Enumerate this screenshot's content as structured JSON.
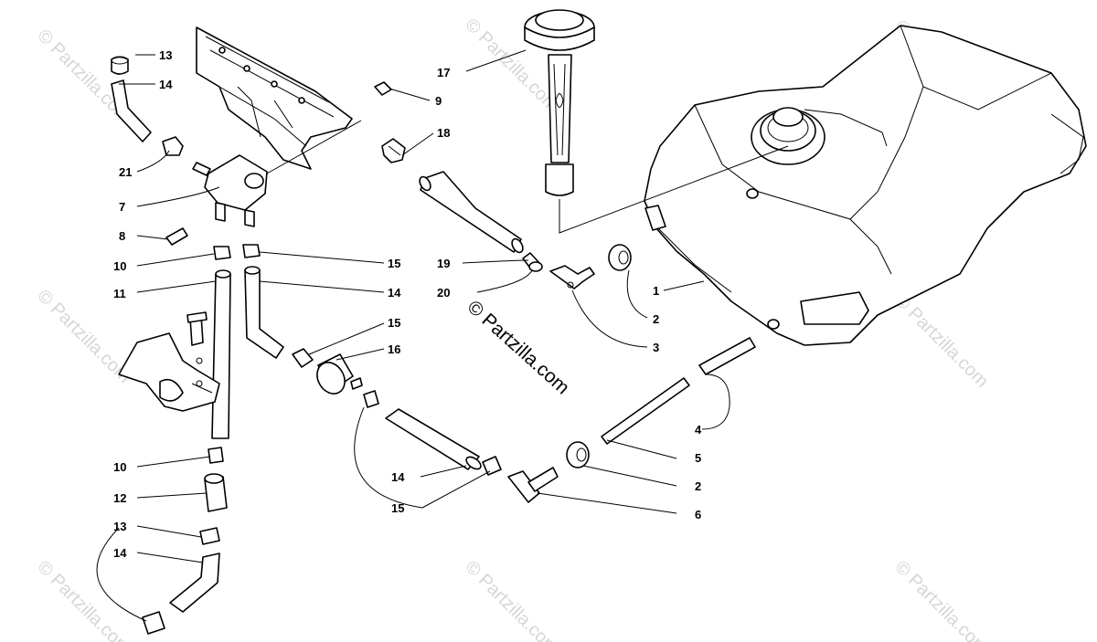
{
  "watermark": {
    "text": "© Partzilla.com",
    "center_text": "© Partzilla.com",
    "color": "#d6d6d6"
  },
  "callouts": {
    "c13a": "13",
    "c14a": "14",
    "c21": "21",
    "c7": "7",
    "c8": "8",
    "c9": "9",
    "c18": "18",
    "c17": "17",
    "c19": "19",
    "c20": "20",
    "c1": "1",
    "c2a": "2",
    "c3": "3",
    "c10a": "10",
    "c11": "11",
    "c15a": "15",
    "c14b": "14",
    "c15b": "15",
    "c16": "16",
    "c10b": "10",
    "c12": "12",
    "c13b": "13",
    "c14c": "14",
    "c4": "4",
    "c5": "5",
    "c14d": "14",
    "c15c": "15",
    "c2b": "2",
    "c6": "6"
  }
}
